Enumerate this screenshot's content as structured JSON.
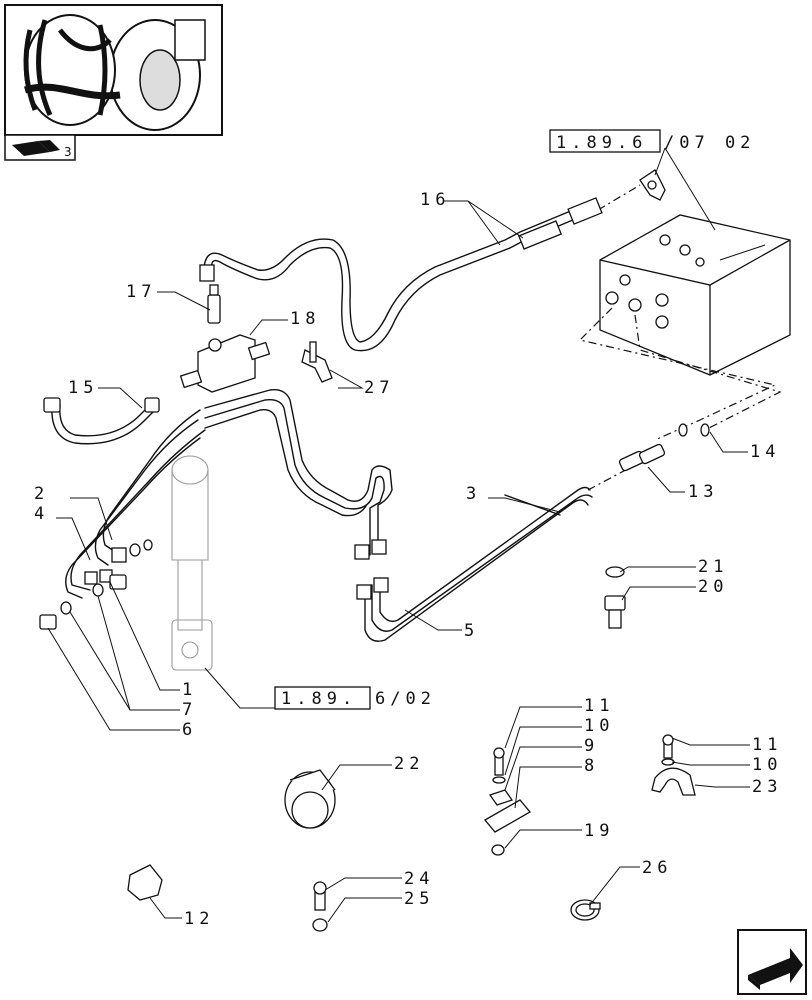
{
  "callouts": [
    "1",
    "2",
    "3",
    "4",
    "5",
    "6",
    "7",
    "8",
    "9",
    "10",
    "11",
    "12",
    "13",
    "14",
    "15",
    "16",
    "17",
    "18",
    "19",
    "20",
    "21",
    "22",
    "23",
    "24",
    "25",
    "26",
    "27"
  ],
  "ref_top": {
    "boxed": "1.89.6",
    "suffix": "/07  02"
  },
  "ref_mid": {
    "boxed": "1.89.",
    "suffix": "6/02"
  },
  "icons": {
    "thumbnail": "tractor-rear-view-icon",
    "thumb_tab": "book-page-icon",
    "nav": "next-page-arrow-icon"
  }
}
